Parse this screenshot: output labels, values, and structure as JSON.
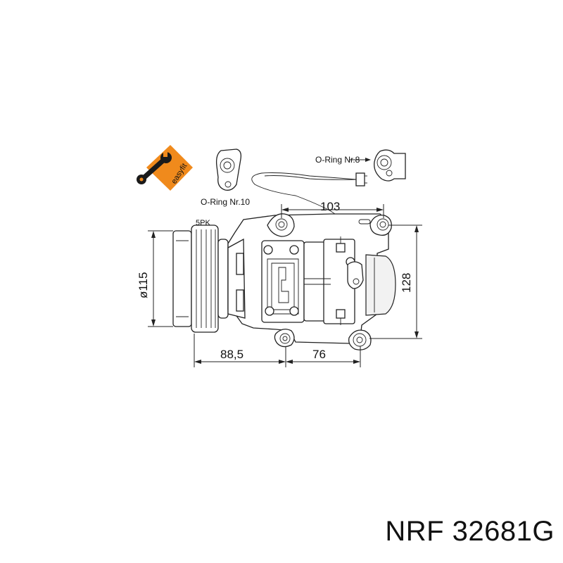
{
  "labels": {
    "oring_10": "O-Ring Nr.10",
    "oring_8": "O-Ring Nr.8",
    "belt": "5PK",
    "logo_text": "easyfit"
  },
  "dimensions": {
    "top_width": "103",
    "height_right": "128",
    "pulley_diameter": "ø115",
    "bottom_left": "88,5",
    "bottom_right": "76"
  },
  "footer": {
    "brand": "NRF",
    "part_number": "32681G"
  },
  "colors": {
    "logo_orange": "#f08a1c",
    "logo_dark": "#1a1a1a"
  }
}
